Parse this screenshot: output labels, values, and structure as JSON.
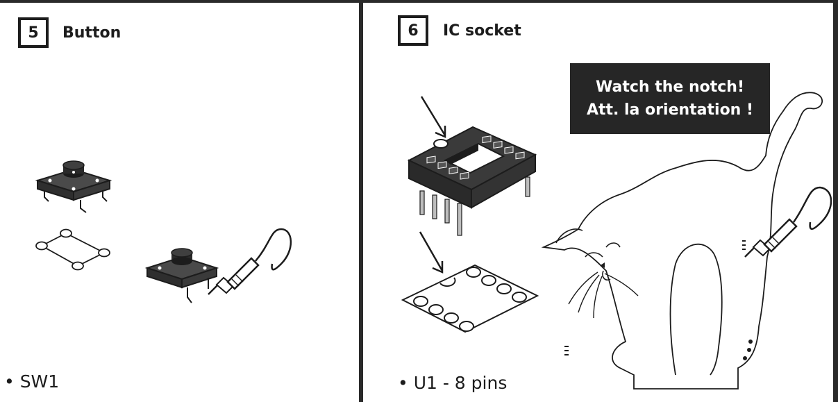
{
  "step5": {
    "number": "5",
    "title": "Button",
    "bullet": "• SW1"
  },
  "step6": {
    "number": "6",
    "title": "IC socket",
    "bullet": "• U1 - 8 pins",
    "callout_line1": "Watch the notch!",
    "callout_line2": "Att. la orientation !"
  },
  "colors": {
    "ink": "#1c1c1c",
    "callout_bg": "#262626",
    "component_dark": "#3a3a3a"
  }
}
